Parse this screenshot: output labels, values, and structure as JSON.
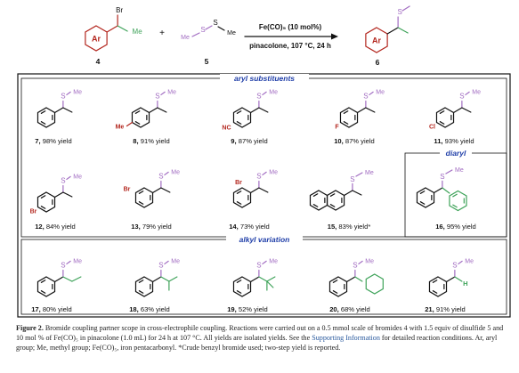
{
  "scheme": {
    "reagent_line1": "Fe(CO)₅ (10 mol%)",
    "reagent_line2": "pinacolone, 107 °C, 24 h",
    "plus": "+",
    "reactant1": {
      "number": "4",
      "ring_label": "Ar",
      "br_label": "Br",
      "me_label": "Me"
    },
    "reactant2": {
      "number": "5",
      "labels": [
        "Me",
        "S",
        "S",
        "Me"
      ]
    },
    "product": {
      "number": "6",
      "ring_label": "Ar",
      "s_label": "S"
    }
  },
  "sections": {
    "aryl": "aryl substituents",
    "diaryl": "diaryl",
    "alkyl": "alkyl variation"
  },
  "atom_labels": {
    "S": "S",
    "Me": "Me",
    "Br": "Br",
    "F": "F",
    "Cl": "Cl",
    "NC": "NC",
    "H": "H"
  },
  "compounds": [
    {
      "number": "7",
      "yield": "98% yield"
    },
    {
      "number": "8",
      "yield": "91% yield"
    },
    {
      "number": "9",
      "yield": "87% yield"
    },
    {
      "number": "10",
      "yield": "87% yield"
    },
    {
      "number": "11",
      "yield": "93% yield"
    },
    {
      "number": "12",
      "yield": "84% yield"
    },
    {
      "number": "13",
      "yield": "79% yield"
    },
    {
      "number": "14",
      "yield": "73% yield"
    },
    {
      "number": "15",
      "yield": "83% yield*"
    },
    {
      "number": "16",
      "yield": "95% yield"
    },
    {
      "number": "17",
      "yield": "80% yield"
    },
    {
      "number": "18",
      "yield": "63% yield"
    },
    {
      "number": "19",
      "yield": "52% yield"
    },
    {
      "number": "20",
      "yield": "68% yield"
    },
    {
      "number": "21",
      "yield": "91% yield"
    }
  ],
  "caption": {
    "label": "Figure 2.",
    "text1": " Bromide coupling partner scope in cross-electrophile coupling. Reactions were carried out on a 0.5 mmol scale of bromides 4 with 1.5 equiv of disulfide 5 and 10 mol % of Fe(CO)₅ in pinacolone (1.0 mL) for 24 h at 107 °C. All yields are isolated yields. See the ",
    "link": "Supporting Information",
    "text2": " for detailed reaction conditions. Ar, aryl group; Me, methyl group; Fe(CO)₅, iron pentacarbonyl. *Crude benzyl bromide used; two-step yield is reported."
  },
  "colors": {
    "red": "#b3261e",
    "purple": "#a26dc2",
    "green": "#3fa35a",
    "blue": "#1f3ea8",
    "black": "#111111"
  }
}
